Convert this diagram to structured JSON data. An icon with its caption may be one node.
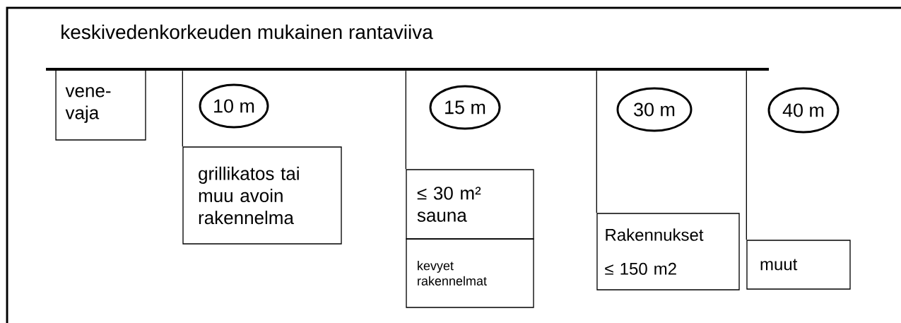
{
  "diagram": {
    "nodes": [
      {
        "text": [],
        "shape": "bar",
        "beside": [
          "keskivedenkorkeuden mukainen rantaviiva"
        ]
      },
      {
        "text": [
          "vene- vaja"
        ]
      },
      {
        "text": [
          "10 m"
        ]
      },
      {
        "text": [
          "grillikatos tai muu avoin rakennelma"
        ]
      },
      {
        "text": [
          "15 m"
        ]
      },
      {
        "text": [
          "≤ 30 m² sauna"
        ]
      },
      {
        "text": [
          "kevyet rakennelmat"
        ]
      },
      {
        "text": [
          "30 m"
        ]
      },
      {
        "text": [
          "Rakennukset",
          "≤ 150 m2"
        ]
      },
      {
        "text": [
          "40 m"
        ]
      },
      {
        "text": [
          "muut"
        ]
      }
    ],
    "edges": [
      {
        "from": 0,
        "to": 3,
        "arrow": "none"
      },
      {
        "from": 0,
        "to": 5,
        "arrow": "none"
      },
      {
        "from": 0,
        "to": 8,
        "arrow": "none"
      },
      {
        "from": 0,
        "to": 10,
        "arrow": "none"
      }
    ]
  }
}
